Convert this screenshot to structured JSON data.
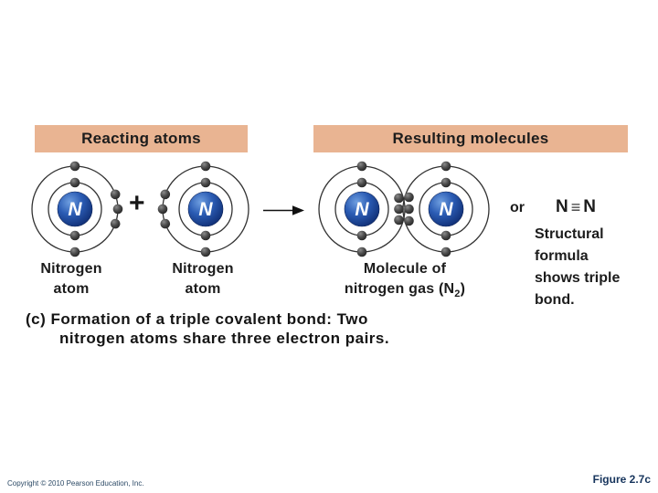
{
  "headers": {
    "left": "Reacting atoms",
    "right": "Resulting molecules"
  },
  "diagram": {
    "nucleus_label": "N",
    "plus": "+",
    "or": "or",
    "formula": {
      "left_atom": "N",
      "bond": "≡",
      "right_atom": "N"
    },
    "electrons_per_atom": {
      "inner_shell": 2,
      "outer_shell": 5
    },
    "shared_electron_pairs": 3
  },
  "labels": {
    "atom_left": "Nitrogen atom",
    "atom_right": "Nitrogen atom",
    "molecule_line1": "Molecule of",
    "molecule_line2_prefix": "nitrogen gas (N",
    "molecule_subscript": "2",
    "molecule_suffix": ")",
    "structural_note": "Structural formula shows triple bond."
  },
  "caption": {
    "line1": "(c) Formation of a triple covalent bond: Two",
    "line2": "nitrogen atoms share three electron pairs."
  },
  "footer": {
    "copyright": "Copyright © 2010 Pearson Education, Inc.",
    "figure_label": "Figure 2.7c"
  },
  "colors": {
    "header_bg": "#e9b492",
    "text": "#1c1c1c",
    "nucleus_blue": "#2b5cb4",
    "electron_gray": "#4a4a4a",
    "footer_blue": "#16345c"
  }
}
